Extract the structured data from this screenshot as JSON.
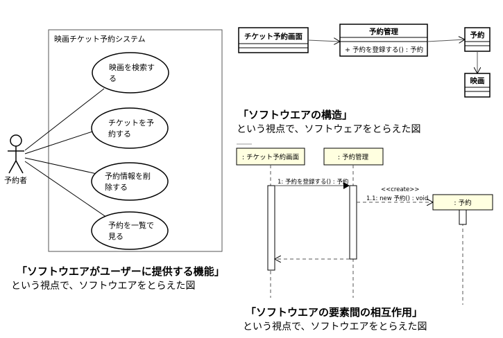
{
  "usecase": {
    "system_name": "映画チケット予約システム",
    "actor": "予約者",
    "usecases": [
      [
        "映画を検索す",
        "る"
      ],
      [
        "チケットを予",
        "約する"
      ],
      [
        "予約情報を削",
        "除する"
      ],
      [
        "予約を一覧で",
        "見る"
      ]
    ]
  },
  "class_diagram": {
    "classes": {
      "ticket_screen": "チケット予約画面",
      "reservation_mgmt": "予約管理",
      "reservation_mgmt_op": "+ 予約を登録する() : 予約",
      "reservation": "予約",
      "movie": "映画"
    }
  },
  "sequence": {
    "lifelines": {
      "ticket_screen": ": チケット予約画面",
      "reservation_mgmt": ": 予約管理",
      "reservation": ": 予約"
    },
    "messages": {
      "m1": "1: 予約を登録する() : 予約",
      "stereotype": "<<create>>",
      "m11": "1.1: new 予約() : void"
    }
  },
  "captions": {
    "c1_title": "「ソフトウエアがユーザーに提供する機能」",
    "c1_sub": "という視点で、ソフトウエアをとらえた図",
    "c2_title": "「ソフトウエアの構造」",
    "c2_sub": "という視点で、ソフトウェアをとらえた図",
    "c3_title": "「ソフトウエアの要素間の相互作用」",
    "c3_sub": "という視点で、ソフトウエアをとらえた図"
  },
  "colors": {
    "lifeline_fill": "#ffffe0",
    "activation_fill": "#ffffff",
    "line": "#000000",
    "dashed": "#555555"
  }
}
